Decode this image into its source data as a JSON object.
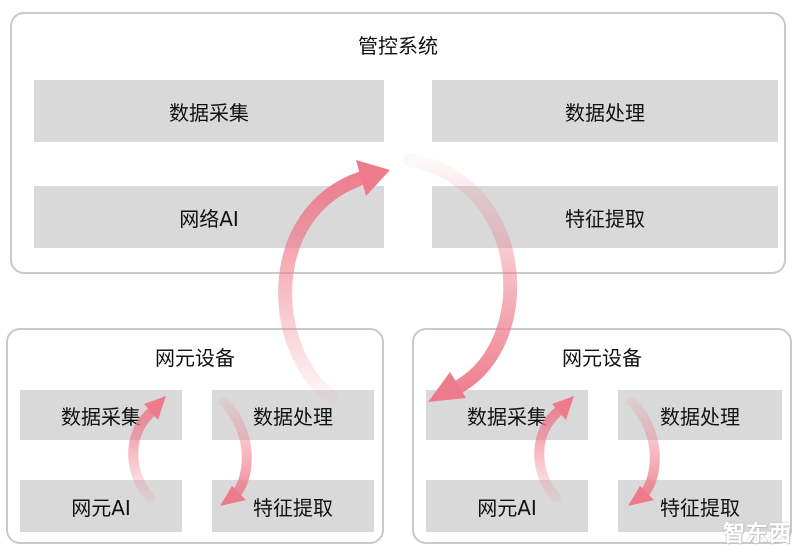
{
  "top_panel": {
    "title": "管控系统",
    "boxes": [
      "数据采集",
      "数据处理",
      "网络AI",
      "特征提取"
    ]
  },
  "left_panel": {
    "title": "网元设备",
    "boxes": [
      "数据采集",
      "数据处理",
      "网元AI",
      "特征提取"
    ]
  },
  "right_panel": {
    "title": "网元设备",
    "boxes": [
      "数据采集",
      "数据处理",
      "网元AI",
      "特征提取"
    ]
  },
  "watermark": "智东西",
  "colors": {
    "arrow": "#ee7b8c",
    "box_fill": "#d9d9d9",
    "panel_border": "#c9c9c9"
  }
}
